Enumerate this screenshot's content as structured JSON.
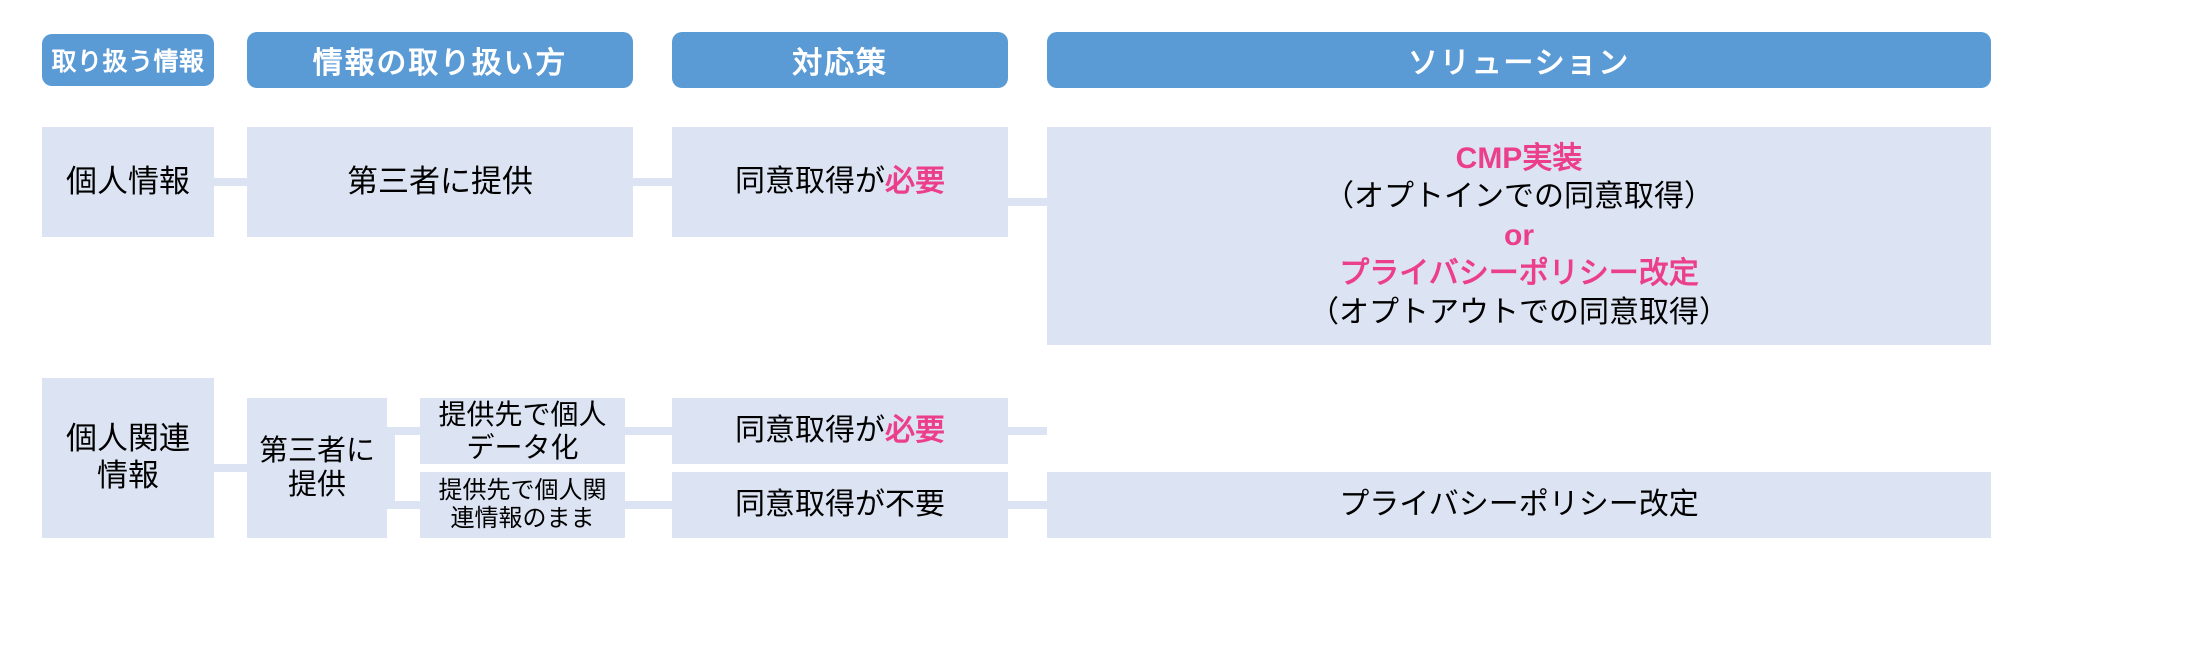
{
  "headers": [
    {
      "label": "取り扱う情報"
    },
    {
      "label": "情報の取り扱い方"
    },
    {
      "label": "対応策"
    },
    {
      "label": "ソリューション"
    }
  ],
  "colors": {
    "header_blue": "#5b9bd5",
    "box_fill": "#dce3f2",
    "accent_pink": "#ec3f8b",
    "text": "#000000",
    "background": "#ffffff"
  },
  "rows": [
    {
      "information": "個人情報",
      "handling": "第三者に提供",
      "measure_prefix": "同意取得が",
      "measure_emphasis": "必要"
    },
    {
      "information": "個人関連\n情報",
      "information_line1": "個人関連",
      "information_line2": "情報",
      "handling_line1": "第三者に",
      "handling_line2": "提供",
      "sub": [
        {
          "label_line1": "提供先で個人",
          "label_line2": "データ化",
          "measure_prefix": "同意取得が",
          "measure_emphasis": "必要"
        },
        {
          "label_line1": "提供先で個人関",
          "label_line2": "連情報のまま",
          "measure_prefix": "同意取得が不要",
          "measure_emphasis": ""
        }
      ]
    }
  ],
  "solutions": {
    "primary": {
      "line1": "CMP実装",
      "line2": "（オプトインでの同意取得）",
      "line3": "or",
      "line4": "プライバシーポリシー改定",
      "line5": "（オプトアウトでの同意取得）"
    },
    "secondary": {
      "line1": "プライバシーポリシー改定"
    }
  }
}
